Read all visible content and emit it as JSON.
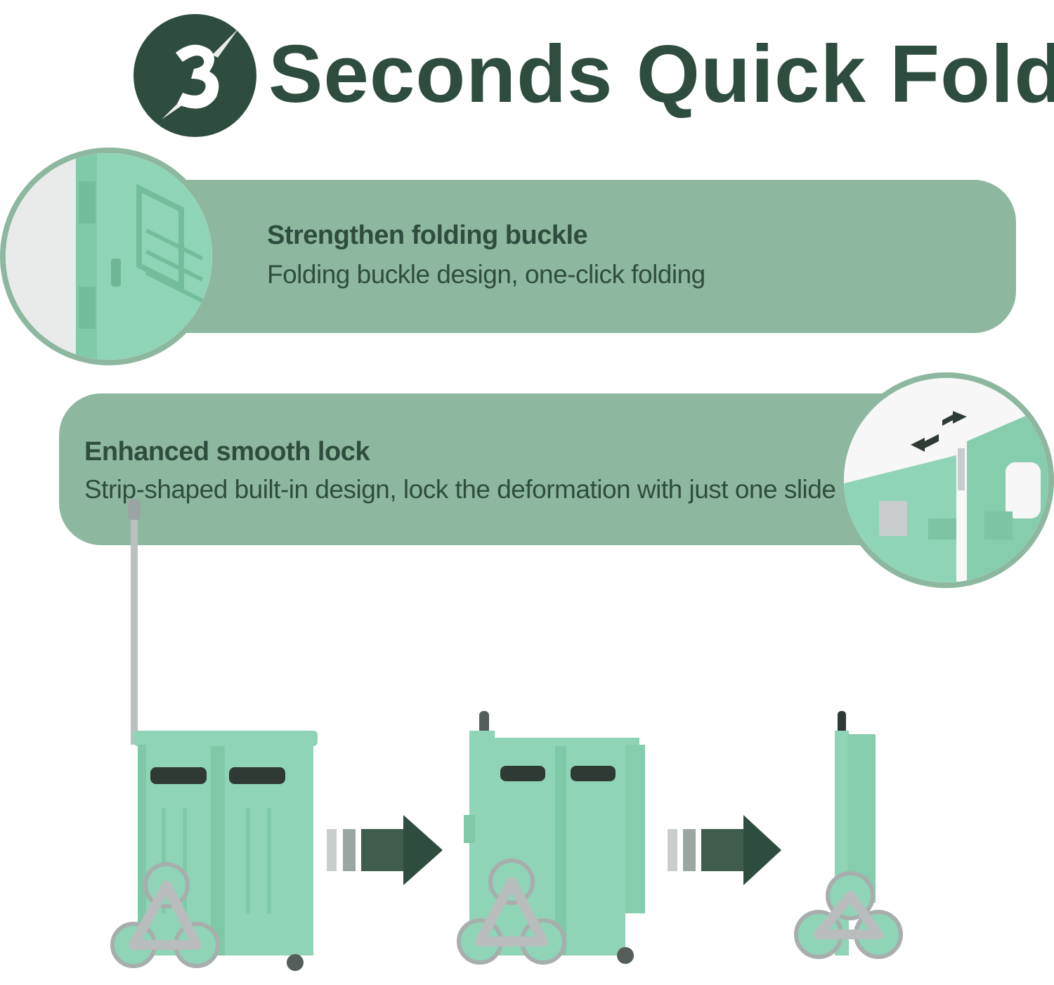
{
  "header": {
    "badge_number": "3",
    "title": "Seconds Quick Fold"
  },
  "features": [
    {
      "title": "Strengthen folding buckle",
      "description": "Folding buckle design, one-click folding"
    },
    {
      "title": "Enhanced smooth lock",
      "description": "Strip-shaped built-in design, lock the deformation with just one slide"
    }
  ],
  "colors": {
    "brand_dark_green": "#2f4d3e",
    "bar_green": "#8db89f",
    "cart_mint": "#8fd4b6",
    "wheel_grey": "#b8bcbd"
  },
  "icons": [
    "number-3-badge-icon",
    "arrow-right-icon",
    "arrow-right-icon"
  ]
}
